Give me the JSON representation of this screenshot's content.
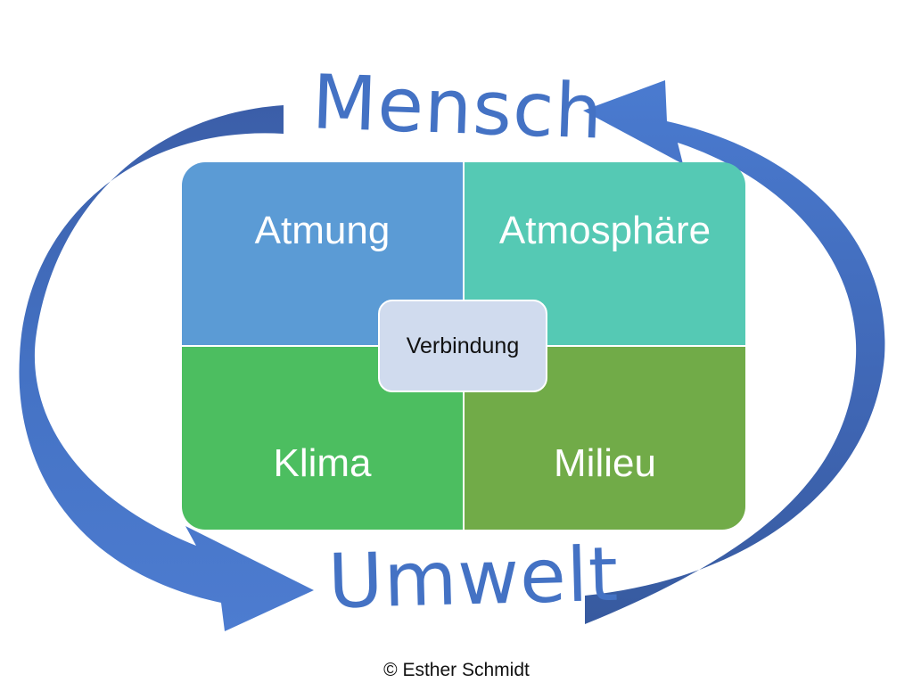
{
  "diagram": {
    "top_label": "Mensch",
    "bottom_label": "Umwelt",
    "quadrants": {
      "top_left": "Atmung",
      "top_right": "Atmosphäre",
      "bottom_left": "Klima",
      "bottom_right": "Milieu"
    },
    "center_label": "Verbindung",
    "copyright": "© Esther Schmidt"
  },
  "colors": {
    "arrow": "#4472c4",
    "quadrant_top_left": "#5b9bd5",
    "quadrant_top_right": "#55c9b4",
    "quadrant_bottom_left": "#4cbe60",
    "quadrant_bottom_right": "#71ab48",
    "center_box": "#d0dbee"
  }
}
